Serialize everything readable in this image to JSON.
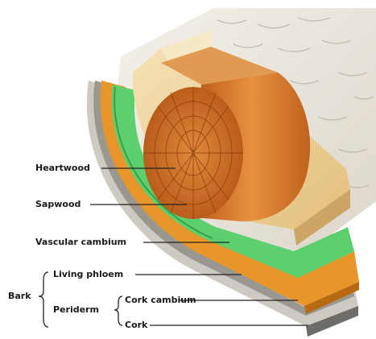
{
  "labels": {
    "heartwood": "Heartwood",
    "sapwood": "Sapwood",
    "vascular_cambium": "Vascular cambium",
    "living_phloem": "Living phloem",
    "bark": "Bark",
    "periderm": "Periderm",
    "cork_cambium": "Cork cambium",
    "cork": "Cork"
  },
  "colors": {
    "bark_outer": "#ece8e0",
    "cork": "#c8c4bc",
    "cork_cambium": "#8c8a86",
    "phloem": "#e08a1e",
    "vascular_cambium": "#4fcf6a",
    "sapwood": "#efd39c",
    "heartwood": "#d9782b"
  }
}
